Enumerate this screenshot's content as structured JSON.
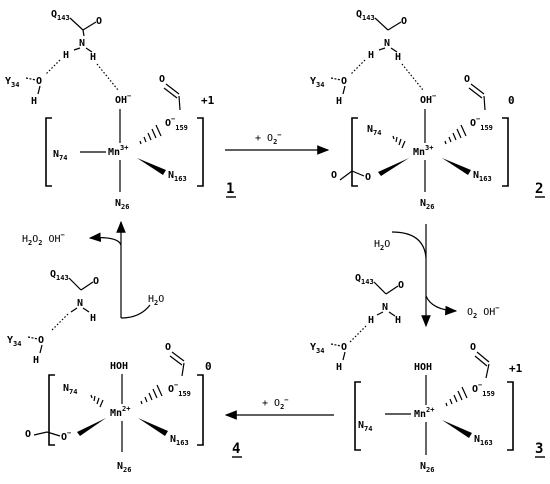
{
  "diagram": {
    "complex1": {
      "number": "1",
      "charge": "+1",
      "metal": "Mn",
      "metal_ox": "3+",
      "axial_top": "OH",
      "axial_top_sup": "−",
      "n74": "N",
      "n74_sub": "74",
      "n163": "N",
      "n163_sub": "163",
      "n26": "N",
      "n26_sub": "26",
      "o159": "O",
      "o159_sup": "−",
      "o159_sub": "159",
      "carbox_c": "C",
      "carbox_o": "O",
      "q143": "Q",
      "q143_sub": "143",
      "amide_n": "N",
      "amide_h1": "H",
      "amide_h2": "H",
      "y34": "Y",
      "y34_sub": "34",
      "tyr_o": "O",
      "tyr_h": "H",
      "dash": "-"
    },
    "complex2": {
      "number": "2",
      "charge": "0",
      "metal": "Mn",
      "metal_ox": "3+",
      "axial_top": "OH",
      "axial_top_sup": "−",
      "n74": "N",
      "n74_sub": "74",
      "n163": "N",
      "n163_sub": "163",
      "n26": "N",
      "n26_sub": "26",
      "o159": "O",
      "o159_sup": "−",
      "o159_sub": "159",
      "carbox_c": "C",
      "carbox_o": "O",
      "q143": "Q",
      "q143_sub": "143",
      "amide_n": "N",
      "amide_h1": "H",
      "amide_h2": "H",
      "y34": "Y",
      "y34_sub": "34",
      "tyr_o": "O",
      "tyr_h": "H",
      "superoxide_o1": "O",
      "superoxide_o2": "O",
      "dash": "-"
    },
    "complex3": {
      "number": "3",
      "charge": "+1",
      "metal": "Mn",
      "metal_ox": "2+",
      "axial_top": "HOH",
      "n74": "N",
      "n74_sub": "74",
      "n163": "N",
      "n163_sub": "163",
      "n26": "N",
      "n26_sub": "26",
      "o159": "O",
      "o159_sup": "−",
      "o159_sub": "159",
      "carbox_c": "C",
      "carbox_o": "O",
      "q143": "Q",
      "q143_sub": "143",
      "amide_n": "N",
      "amide_h1": "H",
      "amide_h2": "H",
      "y34": "Y",
      "y34_sub": "34",
      "tyr_o": "O",
      "tyr_h": "H",
      "dash": "-"
    },
    "complex4": {
      "number": "4",
      "charge": "0",
      "metal": "Mn",
      "metal_ox": "2+",
      "axial_top": "HOH",
      "n74": "N",
      "n74_sub": "74",
      "n163": "N",
      "n163_sub": "163",
      "n26": "N",
      "n26_sub": "26",
      "o159": "O",
      "o159_sup": "−",
      "o159_sub": "159",
      "carbox_c": "C",
      "carbox_o": "O",
      "q143": "Q",
      "q143_sub": "143",
      "amide_n": "N",
      "amide_h": "H",
      "y34": "Y",
      "y34_sub": "34",
      "tyr_o": "O",
      "tyr_h": "H",
      "peroxo_o1": "O",
      "peroxo_o2": "O",
      "peroxo_sup": "−",
      "dash": "-"
    },
    "reactions": {
      "step_1_2": {
        "prefix": "+ O",
        "sub": "2",
        "sup": "−"
      },
      "step_2_3_in": {
        "text": "H",
        "sub": "2",
        "tail": "O"
      },
      "step_2_3_out": {
        "a": "O",
        "a_sub": "2",
        "b": "OH",
        "b_sup": "−"
      },
      "step_3_4": {
        "prefix": "+ O",
        "sub": "2",
        "sup": "−"
      },
      "step_4_1_in": {
        "text": "H",
        "sub": "2",
        "tail": "O"
      },
      "step_4_1_out": {
        "a1": "H",
        "a1_sub": "2",
        "a2": "O",
        "a2_sub": "2",
        "b": "OH",
        "b_sup": "−"
      }
    }
  }
}
